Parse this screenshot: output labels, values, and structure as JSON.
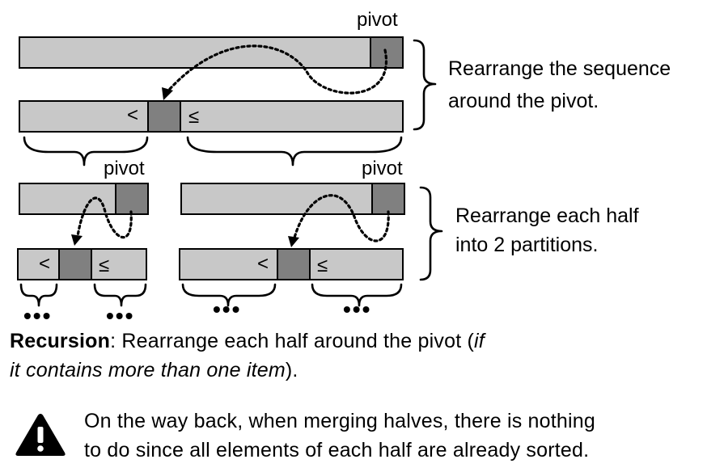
{
  "labels": {
    "pivot_top": "pivot",
    "pivot_left": "pivot",
    "pivot_right": "pivot",
    "less": "<",
    "leq": "≤",
    "dots": "•••",
    "step1_line1": "Rearrange the sequence",
    "step1_line2": "around the pivot.",
    "step2_line1": "Rearrange each half",
    "step2_line2": "into 2 partitions."
  },
  "recursion": {
    "bold": "Recursion",
    "text1": ": Rearrange each half around the pivot (",
    "italic": "if it contains more than one item",
    "text2": ")."
  },
  "note": {
    "icon": "warning-icon",
    "line1": "On the way back, when merging halves, there is nothing",
    "line2": "to do since all elements of each half are already sorted."
  },
  "colors": {
    "bar": "#c8c8c8",
    "pivot": "#808080"
  }
}
